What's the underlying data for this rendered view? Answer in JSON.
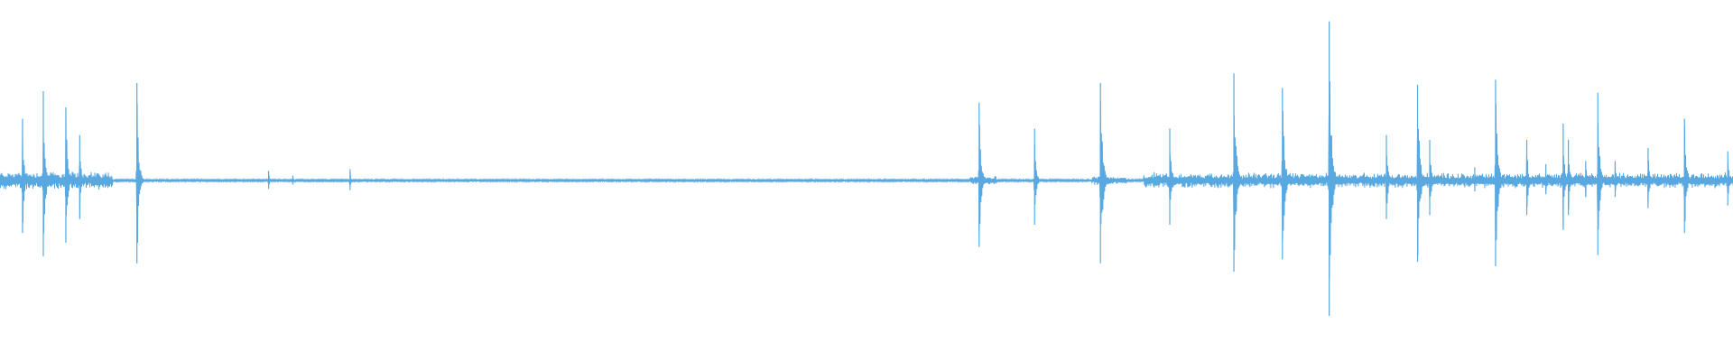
{
  "colors": {
    "background": "#ffffff",
    "waveform": "#5aa8e0"
  },
  "chart_data": {
    "type": "line",
    "title": "",
    "xlabel": "",
    "ylabel": "",
    "xlim": [
      0,
      1
    ],
    "ylim": [
      -1,
      1
    ],
    "grid": false,
    "legend": "none",
    "baseline_noise": 0.006,
    "noise_regions": [
      {
        "start": 0.0,
        "end": 0.065,
        "amplitude": 0.06
      },
      {
        "start": 0.56,
        "end": 0.575,
        "amplitude": 0.03
      },
      {
        "start": 0.63,
        "end": 0.65,
        "amplitude": 0.03
      },
      {
        "start": 0.66,
        "end": 1.0,
        "amplitude": 0.05
      }
    ],
    "events": [
      {
        "x": 0.013,
        "peak": 0.38,
        "decay": 0.0008
      },
      {
        "x": 0.025,
        "peak": 0.55,
        "decay": 0.001
      },
      {
        "x": 0.038,
        "peak": 0.45,
        "decay": 0.001
      },
      {
        "x": 0.046,
        "peak": 0.28,
        "decay": 0.0008
      },
      {
        "x": 0.079,
        "peak": 0.6,
        "decay": 0.001
      },
      {
        "x": 0.155,
        "peak": 0.06,
        "decay": 0.0005
      },
      {
        "x": 0.169,
        "peak": 0.03,
        "decay": 0.0004
      },
      {
        "x": 0.202,
        "peak": 0.07,
        "decay": 0.0005
      },
      {
        "x": 0.565,
        "peak": 0.48,
        "decay": 0.001
      },
      {
        "x": 0.597,
        "peak": 0.32,
        "decay": 0.0008
      },
      {
        "x": 0.635,
        "peak": 0.6,
        "decay": 0.0012
      },
      {
        "x": 0.666,
        "peak": 0.05,
        "decay": 0.0006
      },
      {
        "x": 0.675,
        "peak": 0.32,
        "decay": 0.001
      },
      {
        "x": 0.712,
        "peak": 0.66,
        "decay": 0.0012
      },
      {
        "x": 0.74,
        "peak": 0.57,
        "decay": 0.0012
      },
      {
        "x": 0.767,
        "peak": 0.98,
        "decay": 0.0012
      },
      {
        "x": 0.8,
        "peak": 0.28,
        "decay": 0.0008
      },
      {
        "x": 0.818,
        "peak": 0.59,
        "decay": 0.0012
      },
      {
        "x": 0.825,
        "peak": 0.25,
        "decay": 0.0008
      },
      {
        "x": 0.851,
        "peak": 0.08,
        "decay": 0.0005
      },
      {
        "x": 0.863,
        "peak": 0.62,
        "decay": 0.0012
      },
      {
        "x": 0.881,
        "peak": 0.25,
        "decay": 0.0008
      },
      {
        "x": 0.892,
        "peak": 0.1,
        "decay": 0.0006
      },
      {
        "x": 0.902,
        "peak": 0.35,
        "decay": 0.0008
      },
      {
        "x": 0.905,
        "peak": 0.25,
        "decay": 0.0008
      },
      {
        "x": 0.915,
        "peak": 0.12,
        "decay": 0.0006
      },
      {
        "x": 0.922,
        "peak": 0.54,
        "decay": 0.001
      },
      {
        "x": 0.932,
        "peak": 0.12,
        "decay": 0.0006
      },
      {
        "x": 0.951,
        "peak": 0.2,
        "decay": 0.0008
      },
      {
        "x": 0.972,
        "peak": 0.38,
        "decay": 0.001
      },
      {
        "x": 0.997,
        "peak": 0.18,
        "decay": 0.0008
      }
    ]
  }
}
